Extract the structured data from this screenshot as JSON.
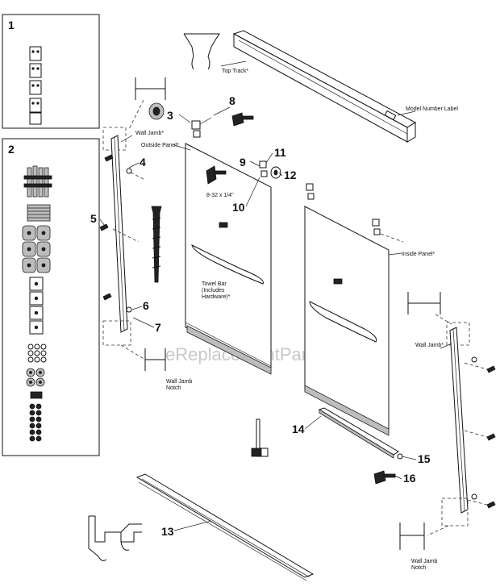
{
  "diagram": {
    "watermark": "eReplacementParts.com",
    "box_labels": [
      "1",
      "2"
    ],
    "callouts": [
      "3",
      "4",
      "5",
      "6",
      "7",
      "8",
      "9",
      "10",
      "11",
      "12",
      "13",
      "14",
      "15",
      "16"
    ],
    "labels": {
      "top_track": "Top Track*",
      "model_label": "Model Number Label",
      "wall_jamb_left": "Wall Jamb*",
      "outside_panel": "Outside Panel*",
      "screw_size": "8-32 x 1/4\"",
      "inside_panel": "Inside Panel*",
      "towel_bar_1": "Towel Bar",
      "towel_bar_2": "(Includes",
      "towel_bar_3": "Hardware)*",
      "wall_jamb_right": "Wall Jamb*",
      "notch_left_1": "Wall Jamb",
      "notch_left_2": "Notch",
      "notch_right_1": "Wall Jamb",
      "notch_right_2": "Notch"
    }
  }
}
